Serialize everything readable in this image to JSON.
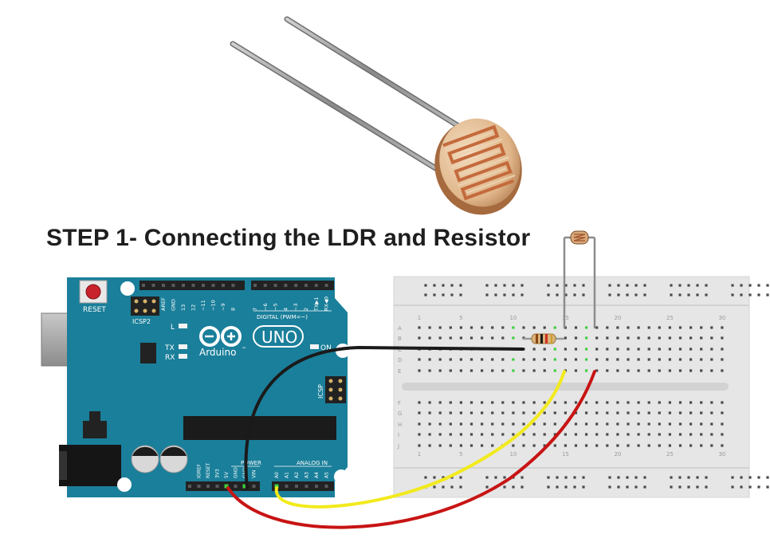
{
  "title": "STEP 1- Connecting the LDR and Resistor",
  "arduino": {
    "logo_text": "Arduino",
    "logo_tm": "™",
    "model": "UNO",
    "reset_label": "RESET",
    "icsp2_label": "ICSP2",
    "icsp_label": "ICSP",
    "led_l": "L",
    "led_tx": "TX",
    "led_rx": "RX",
    "led_on": "ON",
    "digital_label": "DIGITAL (PWM=~)",
    "power_label": "POWER",
    "analog_label": "ANALOG IN",
    "top_header_pins": [
      "AREF",
      "GND",
      "13",
      "12",
      "~11",
      "~10",
      "~9",
      "8",
      "7",
      "~6",
      "~5",
      "4",
      "~3",
      "2",
      "TX▶1",
      "RX◀0"
    ],
    "power_pins": [
      "IOREF",
      "RESET",
      "3V3",
      "5V",
      "GND",
      "GND",
      "VIN"
    ],
    "analog_pins": [
      "A0",
      "A1",
      "A2",
      "A3",
      "A4",
      "A5"
    ]
  },
  "breadboard": {
    "row_labels_top": [
      "A",
      "B",
      "C",
      "D",
      "E"
    ],
    "row_labels_bottom": [
      "F",
      "G",
      "H",
      "I",
      "J"
    ],
    "column_numbers": [
      "1",
      "5",
      "10",
      "15",
      "20",
      "25",
      "30"
    ]
  },
  "colors": {
    "arduino_board": "#1a7f9a",
    "breadboard": "#e6e6e6",
    "wire_black": "#1a1a1a",
    "wire_yellow": "#f2ea1c",
    "wire_red": "#c81414",
    "ldr_body": "#d8aa7a",
    "ldr_trace": "#c46a3c"
  }
}
